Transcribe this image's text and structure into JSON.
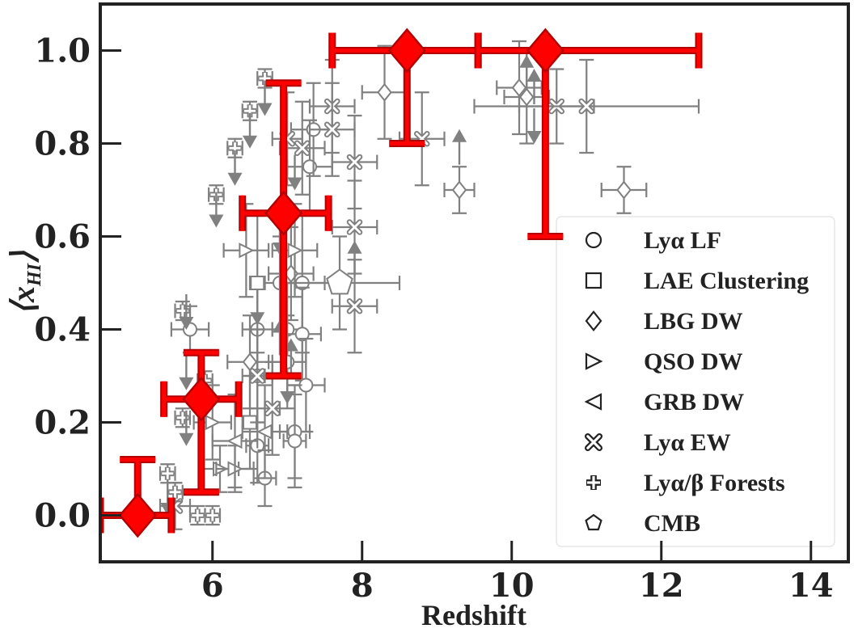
{
  "chart_data": {
    "type": "scatter",
    "xlabel": "Redshift",
    "ylabel_main": "⟨x",
    "ylabel_sub": "HI",
    "ylabel_close": "⟩",
    "xlim": [
      4.5,
      14.5
    ],
    "ylim": [
      -0.1,
      1.1
    ],
    "xticks": [
      6,
      8,
      10,
      12,
      14
    ],
    "yticks": [
      0.0,
      0.2,
      0.4,
      0.6,
      0.8,
      1.0
    ],
    "xtick_labels": [
      "6",
      "8",
      "10",
      "12",
      "14"
    ],
    "ytick_labels": [
      "0.0",
      "0.2",
      "0.4",
      "0.6",
      "0.8",
      "1.0"
    ],
    "grid": false,
    "legend_position": "right",
    "colors": {
      "measurement": "#808080",
      "highlight": "#ff0000",
      "highlight_edge": "#b30000",
      "axis": "#222222"
    },
    "legend": [
      {
        "marker": "circle",
        "label": "Lyα LF"
      },
      {
        "marker": "square",
        "label": "LAE Clustering"
      },
      {
        "marker": "diamond",
        "label": "LBG DW"
      },
      {
        "marker": "triangle-right",
        "label": "QSO DW"
      },
      {
        "marker": "triangle-left",
        "label": "GRB DW"
      },
      {
        "marker": "x",
        "label": "Lyα EW"
      },
      {
        "marker": "plus",
        "label": "Lyα/β Forests"
      },
      {
        "marker": "pentagon",
        "label": "CMB"
      }
    ],
    "highlight_points": [
      {
        "x": 5.0,
        "y": 0.0,
        "xlo": 4.5,
        "xhi": 5.45,
        "ylo": 0.0,
        "yhi": 0.12
      },
      {
        "x": 5.85,
        "y": 0.25,
        "xlo": 5.35,
        "xhi": 6.35,
        "ylo": 0.05,
        "yhi": 0.35
      },
      {
        "x": 6.95,
        "y": 0.65,
        "xlo": 6.4,
        "xhi": 7.55,
        "ylo": 0.3,
        "yhi": 0.93
      },
      {
        "x": 8.6,
        "y": 1.0,
        "xlo": 7.6,
        "xhi": 9.55,
        "ylo": 0.8,
        "yhi": 1.0
      },
      {
        "x": 10.45,
        "y": 1.0,
        "xlo": 9.55,
        "xhi": 12.5,
        "ylo": 0.6,
        "yhi": 1.0
      }
    ],
    "measurements": [
      {
        "marker": "circle",
        "x": 5.7,
        "y": 0.4,
        "xerr": 0.25,
        "yerr": 0.05
      },
      {
        "marker": "circle",
        "x": 6.6,
        "y": 0.4,
        "xerr": 0.2,
        "yerr": 0.1
      },
      {
        "marker": "circle",
        "x": 6.6,
        "y": 0.3,
        "xerr": 0.2,
        "yerr": 0.1
      },
      {
        "marker": "circle",
        "x": 6.6,
        "y": 0.15,
        "xerr": 0.15,
        "yerr": 0.08
      },
      {
        "marker": "circle",
        "x": 6.7,
        "y": 0.08,
        "xerr": 0.15,
        "yerr": 0.06
      },
      {
        "marker": "circle",
        "x": 6.9,
        "y": 0.5,
        "xerr": 0.2,
        "yerr": 0.1
      },
      {
        "marker": "circle",
        "x": 7.0,
        "y": 0.4,
        "xerr": 0.2,
        "yerr": 0.1
      },
      {
        "marker": "circle",
        "x": 7.0,
        "y": 0.33,
        "xerr": 0.25,
        "yerr": 0.1
      },
      {
        "marker": "circle",
        "x": 7.2,
        "y": 0.5,
        "xerr": 0.3,
        "yerr": 0.15
      },
      {
        "marker": "circle",
        "x": 7.2,
        "y": 0.39,
        "xerr": 0.25,
        "yerr": 0.1
      },
      {
        "marker": "circle",
        "x": 7.25,
        "y": 0.28,
        "xerr": 0.25,
        "yerr": 0.1
      },
      {
        "marker": "circle",
        "x": 7.3,
        "y": 0.75,
        "xerr": 0.3,
        "yerr": 0.1
      },
      {
        "marker": "circle",
        "x": 7.35,
        "y": 0.83,
        "xerr": 0.3,
        "yerr": 0.1
      },
      {
        "marker": "circle",
        "x": 7.1,
        "y": 0.18,
        "xerr": 0.2,
        "yerr": 0.1
      },
      {
        "marker": "circle",
        "x": 7.1,
        "y": 0.16,
        "xerr": 0.15,
        "yerr": 0.1
      },
      {
        "marker": "square",
        "x": 6.6,
        "y": 0.5,
        "xerr": 0.1,
        "yerr": 0.15
      },
      {
        "marker": "square",
        "x": 6.5,
        "y": 0.2,
        "xerr": 0.1,
        "yerr": 0.1
      },
      {
        "marker": "diamond",
        "x": 6.5,
        "y": 0.33,
        "xerr": 0.3,
        "yerr": 0.1
      },
      {
        "marker": "diamond",
        "x": 7.05,
        "y": 0.52,
        "xerr": 0.3,
        "yerr": 0.1
      },
      {
        "marker": "diamond",
        "x": 8.3,
        "y": 0.91,
        "xerr": 0.3,
        "yerr": 0.1
      },
      {
        "marker": "diamond",
        "x": 9.3,
        "y": 0.7,
        "xerr": 0.2,
        "yerr": 0.05
      },
      {
        "marker": "diamond",
        "x": 10.1,
        "y": 0.92,
        "xerr": 0.3,
        "yerr": 0.1
      },
      {
        "marker": "diamond",
        "x": 10.2,
        "y": 0.9,
        "xerr": 0.3,
        "yerr": 0.1
      },
      {
        "marker": "diamond",
        "x": 11.5,
        "y": 0.7,
        "xerr": 0.3,
        "yerr": 0.05
      },
      {
        "marker": "triangle-right",
        "x": 6.45,
        "y": 0.57,
        "xerr": 0.3,
        "yerr": 0.1
      },
      {
        "marker": "triangle-right",
        "x": 7.1,
        "y": 0.57,
        "xerr": 0.3,
        "yerr": 0.1
      },
      {
        "marker": "triangle-right",
        "x": 6.0,
        "y": 0.2,
        "xerr": 0.25,
        "yerr": 0.08
      },
      {
        "marker": "triangle-right",
        "x": 6.1,
        "y": 0.1,
        "xerr": 0.25,
        "yerr": 0.05
      },
      {
        "marker": "triangle-right",
        "x": 6.3,
        "y": 0.1,
        "xerr": 0.25,
        "yerr": 0.05
      },
      {
        "marker": "triangle-left",
        "x": 6.3,
        "y": 0.16,
        "xerr": 0.3,
        "yerr": 0.1
      },
      {
        "marker": "triangle-left",
        "x": 6.7,
        "y": 0.18,
        "xerr": 0.3,
        "yerr": 0.1
      },
      {
        "marker": "x",
        "x": 6.6,
        "y": 0.3,
        "xerr": 0.1,
        "yerr": 0.1
      },
      {
        "marker": "x",
        "x": 6.8,
        "y": 0.23,
        "xerr": 0.1,
        "yerr": 0.1
      },
      {
        "marker": "x",
        "x": 7.2,
        "y": 0.79,
        "xerr": 0.3,
        "yerr": 0.1
      },
      {
        "marker": "x",
        "x": 7.0,
        "y": 0.81,
        "xerr": 0.2,
        "yerr": 0.1
      },
      {
        "marker": "x",
        "x": 7.6,
        "y": 0.88,
        "xerr": 0.3,
        "yerr": 0.1
      },
      {
        "marker": "x",
        "x": 7.6,
        "y": 0.83,
        "xerr": 0.3,
        "yerr": 0.1
      },
      {
        "marker": "x",
        "x": 7.9,
        "y": 0.76,
        "xerr": 0.3,
        "yerr": 0.1
      },
      {
        "marker": "x",
        "x": 7.9,
        "y": 0.62,
        "xerr": 0.3,
        "yerr": 0.1
      },
      {
        "marker": "x",
        "x": 7.9,
        "y": 0.45,
        "xerr": 0.3,
        "yerr": 0.1
      },
      {
        "marker": "x",
        "x": 8.8,
        "y": 0.81,
        "xerr": 0.3,
        "yerr": 0.1
      },
      {
        "marker": "x",
        "x": 10.6,
        "y": 0.88,
        "xerr": 0.5,
        "yerr": 0.08
      },
      {
        "marker": "x",
        "x": 11.0,
        "y": 0.88,
        "xerr": 1.5,
        "yerr": 0.1
      },
      {
        "marker": "x",
        "x": 5.5,
        "y": 0.02,
        "xerr": 0.2,
        "yerr": 0.05
      },
      {
        "marker": "plus",
        "x": 5.6,
        "y": 0.44,
        "xerr": 0.1,
        "yerr": 0.02
      },
      {
        "marker": "plus",
        "x": 6.05,
        "y": 0.69,
        "xerr": 0.1,
        "yerr": 0.02
      },
      {
        "marker": "plus",
        "x": 6.3,
        "y": 0.79,
        "xerr": 0.1,
        "yerr": 0.02
      },
      {
        "marker": "plus",
        "x": 6.5,
        "y": 0.87,
        "xerr": 0.1,
        "yerr": 0.02
      },
      {
        "marker": "plus",
        "x": 6.7,
        "y": 0.94,
        "xerr": 0.1,
        "yerr": 0.02
      },
      {
        "marker": "plus",
        "x": 5.4,
        "y": 0.09,
        "xerr": 0.1,
        "yerr": 0.02
      },
      {
        "marker": "plus",
        "x": 5.5,
        "y": 0.05,
        "xerr": 0.1,
        "yerr": 0.02
      },
      {
        "marker": "plus",
        "x": 5.6,
        "y": 0.21,
        "xerr": 0.1,
        "yerr": 0.02
      },
      {
        "marker": "plus",
        "x": 5.8,
        "y": 0.0,
        "xerr": 0.1,
        "yerr": 0.02
      },
      {
        "marker": "plus",
        "x": 6.0,
        "y": 0.0,
        "xerr": 0.1,
        "yerr": 0.02
      },
      {
        "marker": "plus",
        "x": 5.9,
        "y": 0.29,
        "xerr": 0.1,
        "yerr": 0.02
      },
      {
        "marker": "pentagon",
        "x": 7.7,
        "y": 0.5,
        "xerr": 0.8,
        "yerr": 0.1
      }
    ],
    "upper_limits": [
      {
        "x": 5.65,
        "y": 0.42
      },
      {
        "x": 5.65,
        "y": 0.29
      },
      {
        "x": 5.65,
        "y": 0.17
      },
      {
        "x": 6.05,
        "y": 0.64
      },
      {
        "x": 6.3,
        "y": 0.73
      },
      {
        "x": 6.5,
        "y": 0.81
      },
      {
        "x": 6.7,
        "y": 0.88
      },
      {
        "x": 6.6,
        "y": 0.43
      },
      {
        "x": 6.9,
        "y": 0.58
      },
      {
        "x": 7.1,
        "y": 0.72
      },
      {
        "x": 7.0,
        "y": 0.26
      },
      {
        "x": 10.3,
        "y": 0.82
      },
      {
        "x": 5.4,
        "y": 0.02
      }
    ],
    "lower_limits": [
      {
        "x": 7.9,
        "y": 0.57
      },
      {
        "x": 9.3,
        "y": 0.81
      },
      {
        "x": 10.2,
        "y": 0.97
      },
      {
        "x": 10.3,
        "y": 0.94
      },
      {
        "x": 7.05,
        "y": 0.36
      },
      {
        "x": 6.9,
        "y": 0.4
      }
    ]
  }
}
